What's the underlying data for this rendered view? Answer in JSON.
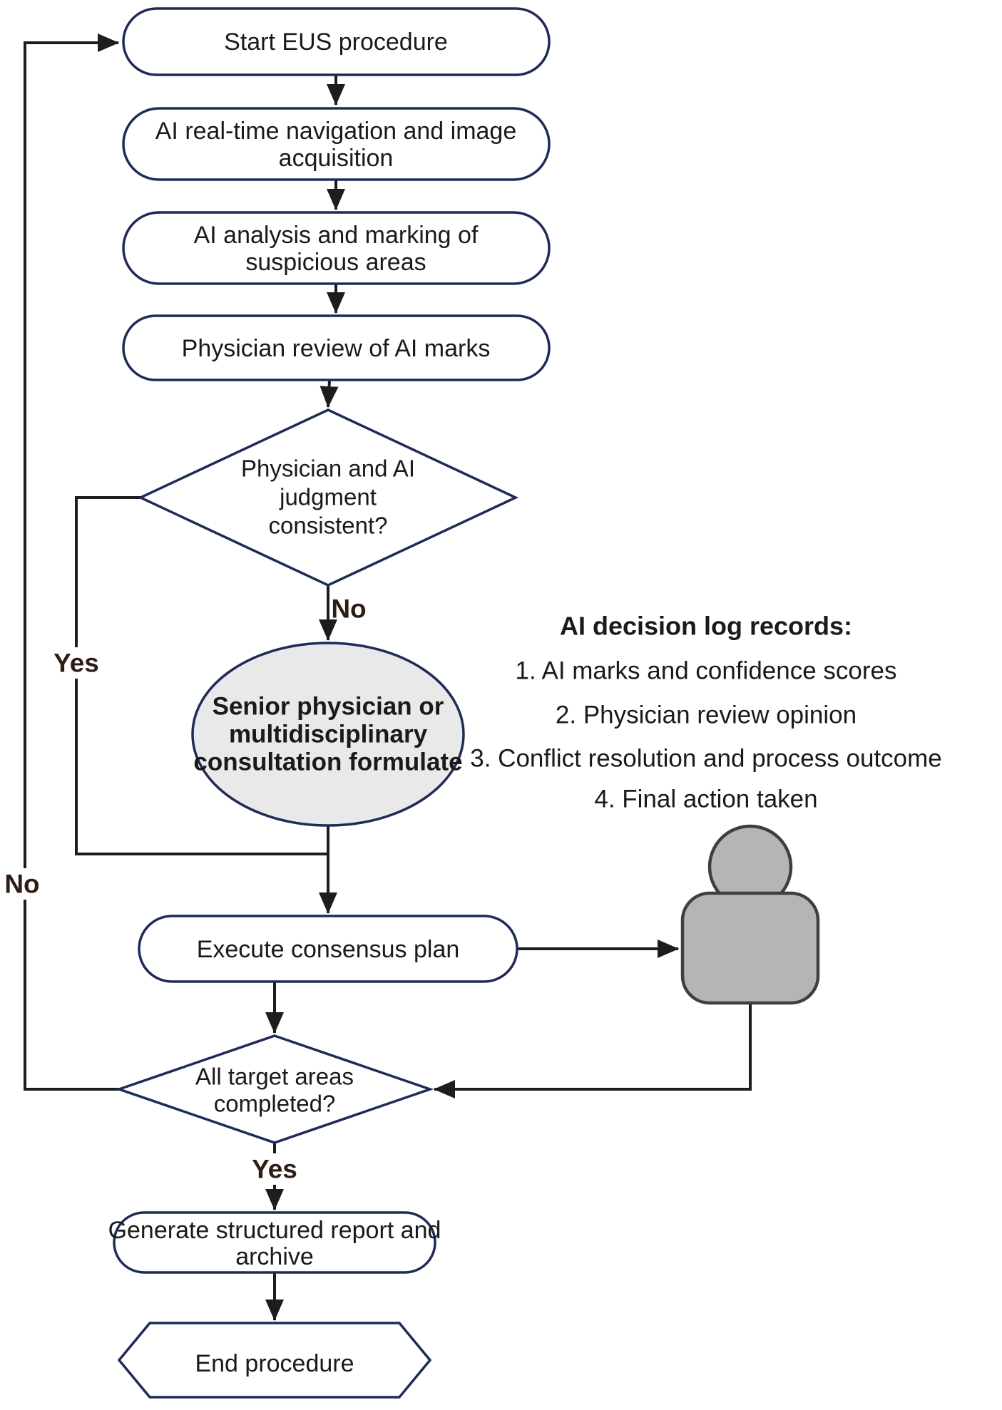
{
  "figure": {
    "type": "flowchart",
    "title": "EUS procedure with AI assistance workflow"
  },
  "colors": {
    "shape_border": "#1f2b57",
    "connector_line": "#1d1d1d",
    "branch_label_text": "#2e1c15",
    "node_text": "#1a1a1a",
    "ellipse_fill": "#e9e9e9",
    "person_fill": "#b5b5b5",
    "person_border": "#3f3f3f",
    "background": "#ffffff"
  },
  "nodes": {
    "start": {
      "text": "Start EUS procedure"
    },
    "navigation": {
      "line1": "AI real-time navigation and image",
      "line2": "acquisition"
    },
    "analysis": {
      "line1": "AI analysis and marking of",
      "line2": "suspicious areas"
    },
    "review": {
      "text": "Physician review of AI marks"
    },
    "judgment_decision": {
      "line1": "Physician and AI",
      "line2": "judgment",
      "line3": "consistent?"
    },
    "consultation": {
      "line1": "Senior physician or",
      "line2": "multidisciplinary",
      "line3": "consultation formulate"
    },
    "execute": {
      "text": "Execute consensus plan"
    },
    "completion_decision": {
      "line1": "All target areas",
      "line2": "completed?"
    },
    "report": {
      "line1": "Generate structured report and",
      "line2": "archive"
    },
    "end": {
      "text": "End procedure"
    }
  },
  "branch_labels": {
    "judgment_no": "No",
    "judgment_yes": "Yes",
    "completion_no": "No",
    "completion_yes": "Yes"
  },
  "log_panel": {
    "title": "AI decision log records:",
    "items": [
      "1. AI marks and confidence scores",
      "2. Physician review opinion",
      "3. Conflict resolution and process outcome",
      "4. Final action taken"
    ]
  },
  "icons": {
    "person": "person-icon"
  }
}
